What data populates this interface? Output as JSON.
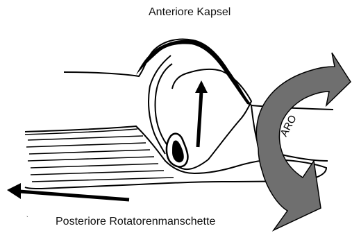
{
  "labels": {
    "top": "Anteriore Kapsel",
    "bottom": "Posteriore Rotatorenmanschette",
    "rotation": "ARO"
  },
  "colors": {
    "stroke": "#000000",
    "rotation_arrow_fill": "#6f6f6f",
    "background": "#ffffff"
  }
}
